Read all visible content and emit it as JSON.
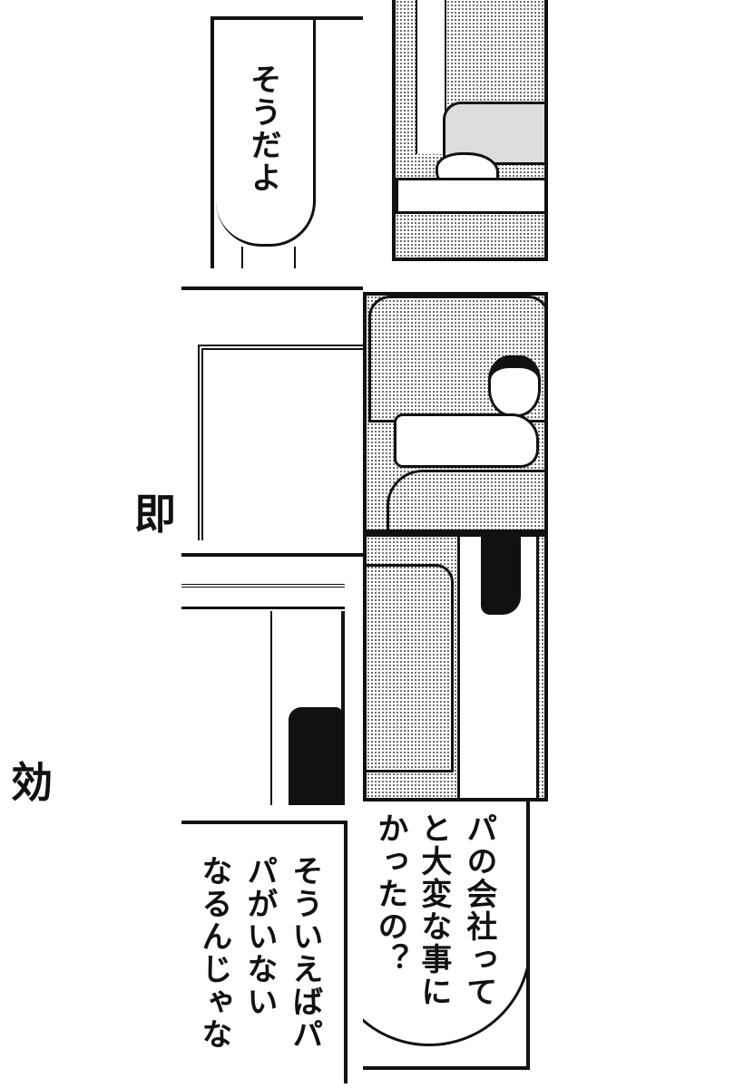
{
  "panels": {
    "p1_bubble": "そうだよ",
    "p7_bubble": "そういえばパパがいないなるんじゃな",
    "p7_lines": [
      "そういえばパ",
      "パがいない",
      "なるんじゃな"
    ],
    "p8_lines": [
      "パの会社って",
      "と大変な事に",
      "かったの？"
    ]
  },
  "sfx": {
    "soku": "即",
    "kou": "効"
  },
  "colors": {
    "ink": "#111111",
    "paper": "#ffffff",
    "tone": "#555555"
  }
}
